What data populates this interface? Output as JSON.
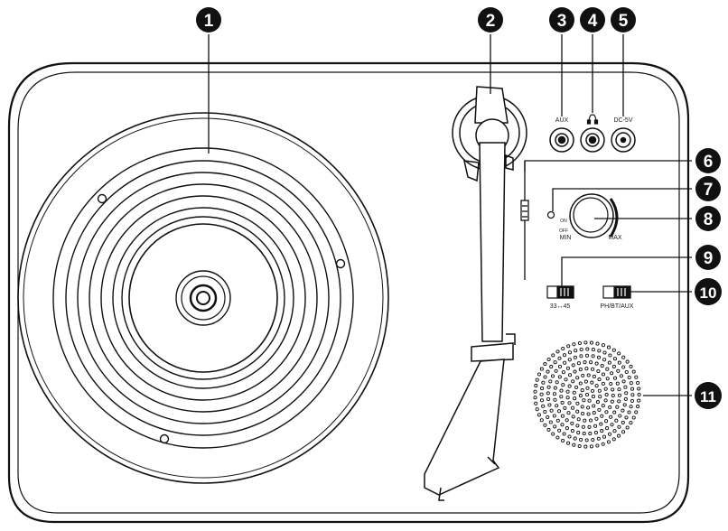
{
  "callouts": [
    {
      "number": "1"
    },
    {
      "number": "2"
    },
    {
      "number": "3"
    },
    {
      "number": "4"
    },
    {
      "number": "5"
    },
    {
      "number": "6"
    },
    {
      "number": "7"
    },
    {
      "number": "8"
    },
    {
      "number": "9"
    },
    {
      "number": "10"
    },
    {
      "number": "11"
    }
  ],
  "labels": {
    "aux": "AUX",
    "dc": "DC-5V",
    "min": "MIN",
    "max": "MAX",
    "on_off_on": "ON",
    "on_off_off": "OFF",
    "speed": "33↔45",
    "mode": "PH/BT/AUX"
  },
  "colors": {
    "ink": "#111111",
    "paper": "#ffffff"
  },
  "icons": {
    "headphone": "headphone-icon"
  }
}
